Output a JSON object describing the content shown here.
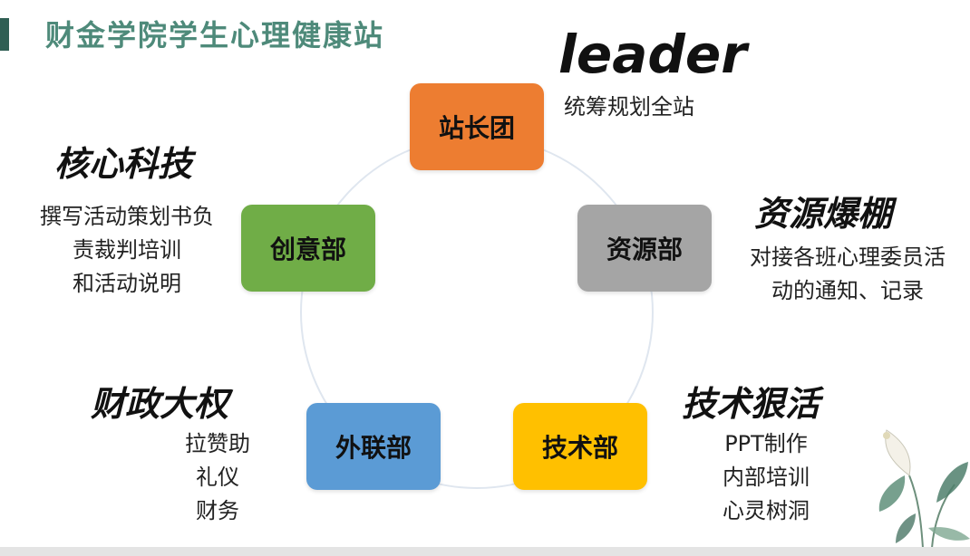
{
  "title": "财金学院学生心理健康站",
  "colors": {
    "title": "#4e8a7a",
    "accent_bar": "#2f5f54",
    "leader_node": "#ed7d31",
    "resource_node": "#a5a5a5",
    "tech_node": "#ffc000",
    "liaison_node": "#5b9bd5",
    "creative_node": "#70ad47",
    "ring": "#dfe6ef"
  },
  "nodes": {
    "leader": {
      "label": "站长团",
      "heading": "leader",
      "desc": [
        "统筹规划全站"
      ]
    },
    "resource": {
      "label": "资源部",
      "heading": "资源爆棚",
      "desc": [
        "对接各班心理委员活",
        "动的通知、记录"
      ]
    },
    "tech": {
      "label": "技术部",
      "heading": "技术狠活",
      "desc": [
        "PPT制作",
        "内部培训",
        "心灵树洞"
      ]
    },
    "liaison": {
      "label": "外联部",
      "heading": "财政大权",
      "desc": [
        "拉赞助",
        "礼仪",
        "财务"
      ]
    },
    "creative": {
      "label": "创意部",
      "heading": "核心科技",
      "desc": [
        "撰写活动策划书负",
        "责裁判培训",
        "和活动说明"
      ]
    }
  }
}
